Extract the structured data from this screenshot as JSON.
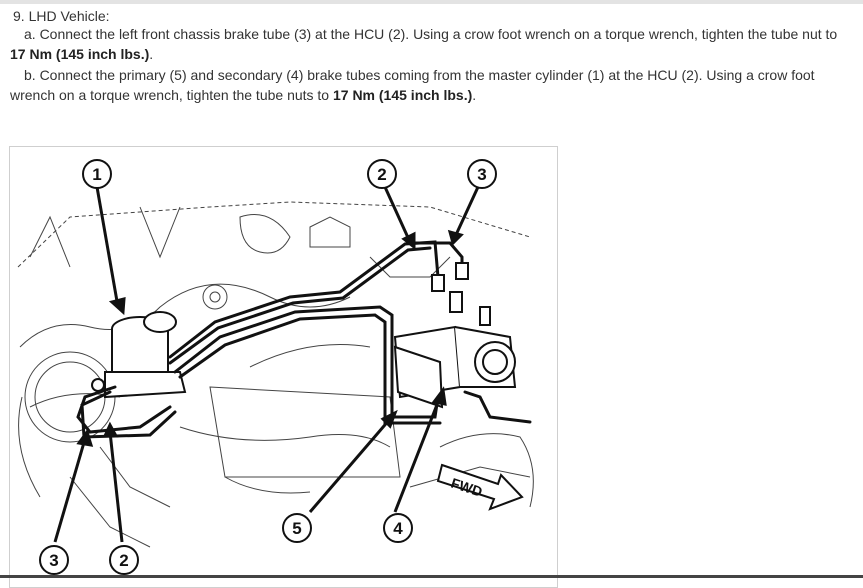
{
  "step": {
    "title": "9. LHD Vehicle:",
    "a": {
      "prefix": "a. Connect the left front chassis brake tube (3) at the HCU (2). Using a crow foot wrench on a torque wrench, tighten the tube nut to ",
      "torque": "17 Nm (145 inch lbs.)",
      "suffix": "."
    },
    "b": {
      "prefix": "b. Connect the primary (5) and secondary (4) brake tubes coming from the master cylinder (1) at the HCU (2). Using a crow foot wrench on a torque wrench, tighten the tube nuts to ",
      "torque": "17 Nm (145 inch lbs.)",
      "suffix": "."
    }
  },
  "figure": {
    "callouts": [
      "1",
      "2",
      "3",
      "5",
      "4",
      "3",
      "2"
    ],
    "fwd_label": "FWD"
  },
  "colors": {
    "text": "#333333",
    "line": "#1a1a1a"
  }
}
